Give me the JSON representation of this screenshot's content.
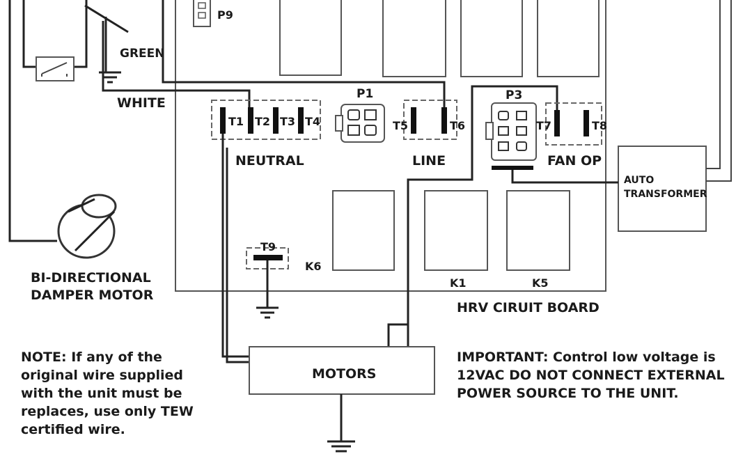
{
  "labels": {
    "p9": "P9",
    "green": "GREEN",
    "white": "WHITE",
    "p1": "P1",
    "p3": "P3",
    "t1": "T1",
    "t2": "T2",
    "t3": "T3",
    "t4": "T4",
    "t5": "T5",
    "t6": "T6",
    "t7": "T7",
    "t8": "T8",
    "t9": "T9",
    "neutral": "NEUTRAL",
    "line": "LINE",
    "fan_op": "FAN OP",
    "auto": "AUTO",
    "transformer": "TRANSFORMER",
    "k6": "K6",
    "k1": "K1",
    "k5": "K5",
    "damper_line1": "BI-DIRECTIONAL",
    "damper_line2": "DAMPER MOTOR",
    "board": "HRV CIRUIT BOARD",
    "motors": "MOTORS"
  },
  "note": {
    "prefix": "NOTE",
    "text": ": If any of the original wire supplied with the unit must be replaces, use only TEW certified wire."
  },
  "important": {
    "prefix": "IMPORTANT",
    "text": ": Control low voltage is 12VAC DO NOT CONNECT EXTERNAL POWER SOURCE TO THE UNIT."
  }
}
